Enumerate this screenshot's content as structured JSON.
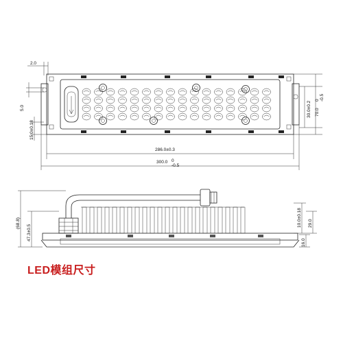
{
  "caption": "LED模组尺寸",
  "dimensions": {
    "top_left_offset": "2.0",
    "left_slot": "5.0",
    "left_height": "15.0±0.18",
    "right_inner": "30.0±0.2",
    "right_outer_main": "70.0",
    "right_outer_tol_upper": "0",
    "right_outer_tol_lower": "-0.5",
    "inner_width": "286.0±0.3",
    "overall_width_main": "300.0",
    "overall_tol_upper": "0",
    "overall_tol_lower": "-0.5",
    "side_total_height": "(68.8)",
    "side_body_height": "47.3±0.5",
    "side_fin_height": "10.0±0.18",
    "side_right_29": "29.0",
    "side_right_16": "16.0"
  },
  "colors": {
    "caption": "#c81e1e",
    "line": "#222222"
  }
}
